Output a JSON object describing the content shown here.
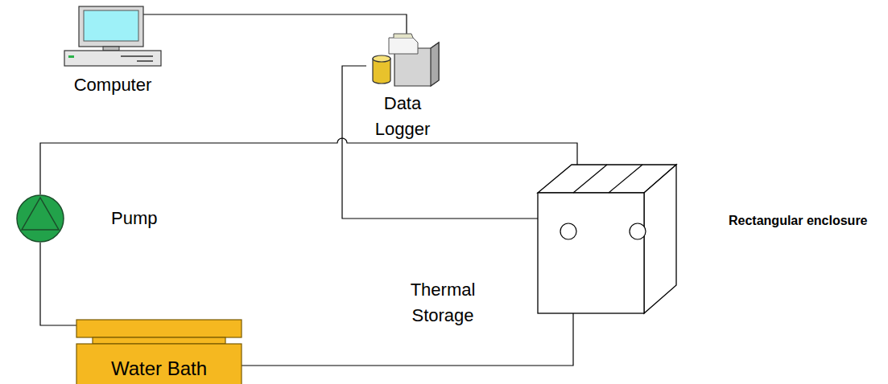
{
  "diagram": {
    "nodes": [
      {
        "text": [
          "Computer"
        ]
      },
      {
        "text": [
          "Data Logger"
        ]
      },
      {
        "text": [
          "Pump"
        ]
      },
      {
        "text": [
          "Rectangular enclosure",
          "Thermal Storage"
        ]
      },
      {
        "text": [
          "Water Bath"
        ]
      }
    ],
    "edges": [
      {
        "from": 0,
        "to": 1,
        "arrow": "none"
      },
      {
        "from": 1,
        "to": 3,
        "arrow": "none"
      },
      {
        "from": 2,
        "to": 3,
        "arrow": "none"
      },
      {
        "from": 2,
        "to": 4,
        "arrow": "none"
      },
      {
        "from": 4,
        "to": 3,
        "arrow": "none"
      }
    ]
  }
}
